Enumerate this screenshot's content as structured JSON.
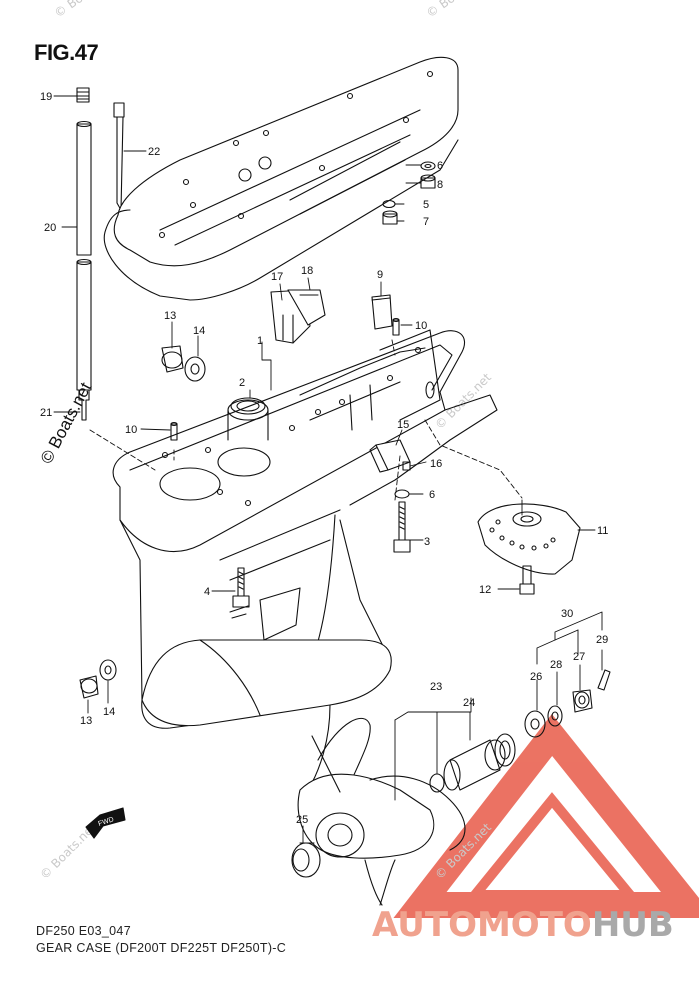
{
  "figure": {
    "title": "FIG.47",
    "caption_line1": "DF250 E03_047",
    "caption_line2": "GEAR CASE (DF200T DF225T DF250T)-C"
  },
  "watermarks": {
    "side_text": "© Boats.net",
    "small_text": "© Boats.net"
  },
  "brand": {
    "part1": "AUTOMOTO",
    "part2": "HUB",
    "color_part1": "#f0a28e",
    "color_part2": "#a9a9a9",
    "logo_color": "#e24a3b"
  },
  "fwd_arrow_text": "FWD",
  "callouts": [
    "1",
    "2",
    "3",
    "4",
    "5",
    "6",
    "6",
    "7",
    "8",
    "9",
    "10",
    "10",
    "11",
    "12",
    "13",
    "13",
    "14",
    "14",
    "15",
    "16",
    "17",
    "18",
    "19",
    "20",
    "21",
    "22",
    "23",
    "24",
    "25",
    "26",
    "27",
    "28",
    "29",
    "30"
  ]
}
